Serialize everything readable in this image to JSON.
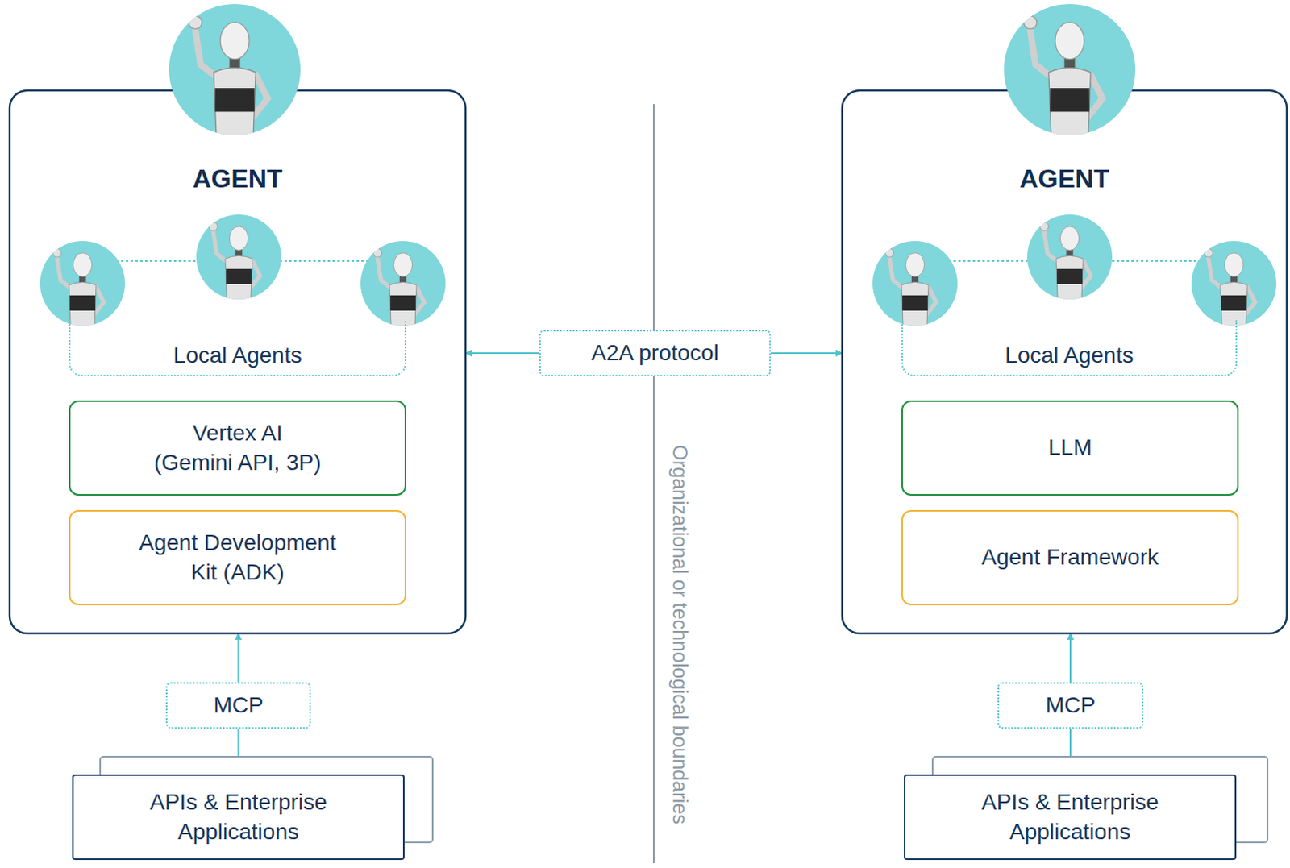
{
  "diagram": {
    "nodes": [
      {
        "text": [
          "AGENT"
        ]
      },
      {
        "text": [
          "Local Agents"
        ],
        "in": 0
      },
      {
        "text": [
          "Vertex AI (Gemini API, 3P)"
        ],
        "in": 0
      },
      {
        "text": [
          "Agent Development Kit (ADK)"
        ],
        "in": 0
      },
      {
        "text": [
          "MCP"
        ]
      },
      {
        "text": [
          "APIs & Enterprise Applications"
        ]
      },
      {
        "text": [
          "A2A protocol"
        ]
      },
      {
        "text": [
          "AGENT"
        ]
      },
      {
        "text": [
          "Local Agents"
        ],
        "in": 7
      },
      {
        "text": [
          "LLM"
        ],
        "in": 7
      },
      {
        "text": [
          "Agent Framework"
        ],
        "in": 7
      },
      {
        "text": [
          "MCP"
        ]
      },
      {
        "text": [
          "APIs & Enterprise Applications"
        ]
      }
    ],
    "edges": [
      {
        "from": 6,
        "to": 0,
        "arrow": "to"
      },
      {
        "from": 6,
        "to": 7,
        "arrow": "to"
      },
      {
        "from": 4,
        "to": 0,
        "arrow": "to"
      },
      {
        "from": 4,
        "to": 5,
        "arrow": "to"
      },
      {
        "from": 11,
        "to": 7,
        "arrow": "to"
      },
      {
        "from": 11,
        "to": 12,
        "arrow": "to"
      }
    ],
    "labels": [
      "Organizational or technological boundaries"
    ]
  }
}
